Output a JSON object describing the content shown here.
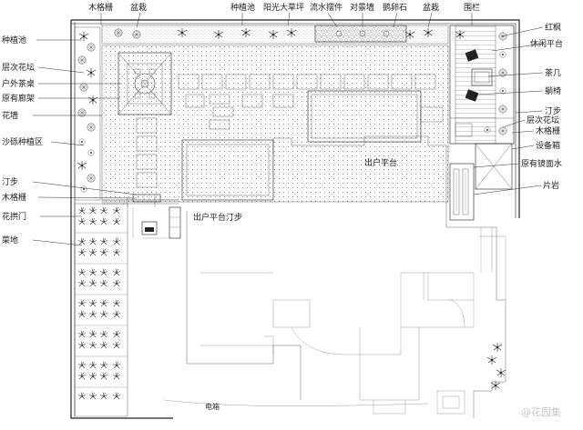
{
  "labels": {
    "top": {
      "wood_trellis": "木格栅",
      "potted_1": "盆栽",
      "planter": "种植池",
      "sun_lawn": "阳光大草坪",
      "water_feature": "流水摆件",
      "scenic_wall": "对景墙",
      "pebbles": "鹅卵石",
      "potted_2": "盆栽",
      "railing": "围栏"
    },
    "left": {
      "planter_pool": "种植池",
      "tiered_bed": "层次花坛",
      "outdoor_table": "户外茶桌",
      "existing_pavilion": "原有廊架",
      "flower_wall": "花墙",
      "gravel_bed": "沙砾种植区",
      "stepping": "汀步",
      "wood_trellis": "木格栅",
      "flower_gate": "花拱门",
      "veg_garden": "菜地"
    },
    "right": {
      "red_maple": "红枫",
      "leisure_deck": "休闲平台",
      "tea_table": "茶几",
      "lounge_chair": "躺椅",
      "stepping": "汀步",
      "tiered_bed": "层次花坛",
      "wood_trellis": "木格栅",
      "equipment_box": "设备箱",
      "mirror_water": "原有镜面水",
      "slate": "片岩"
    },
    "inner": {
      "exit_platform": "出户平台",
      "exit_stepping": "出户平台汀步",
      "meter_box": "电箱"
    }
  },
  "watermark": "@花园集"
}
